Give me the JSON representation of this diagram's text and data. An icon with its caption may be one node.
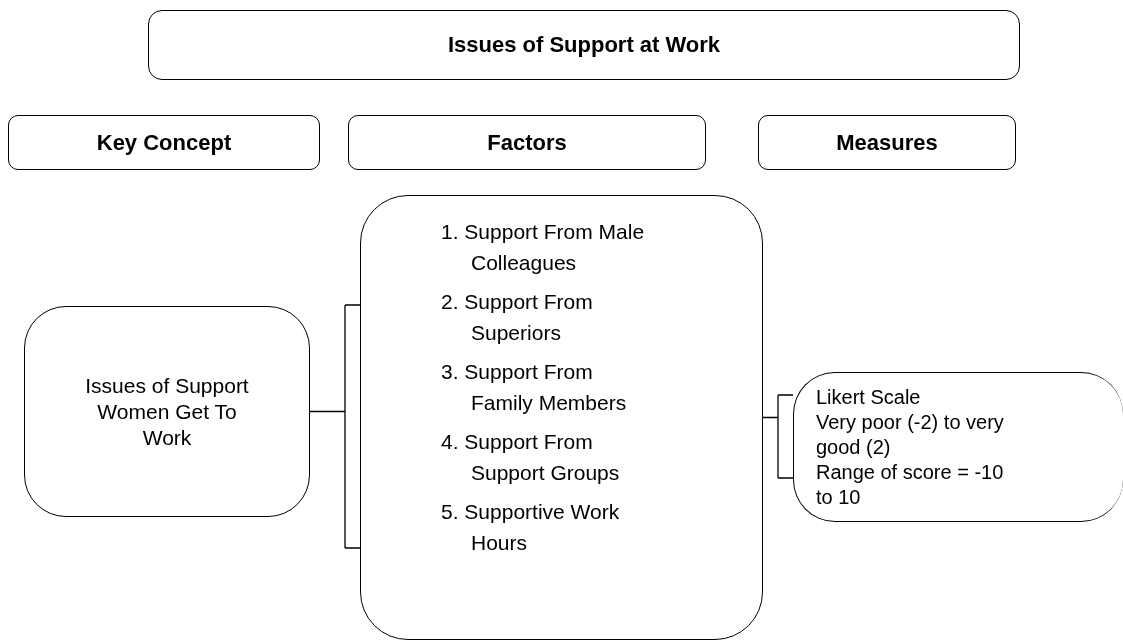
{
  "diagram": {
    "nodes": [
      {
        "text": [
          "Issues of Support at Work"
        ]
      },
      {
        "text": [
          "Key Concept"
        ]
      },
      {
        "text": [
          "Factors"
        ]
      },
      {
        "text": [
          "Measures"
        ]
      },
      {
        "text": [
          "Issues of Support Women Get To Work"
        ]
      },
      {
        "text": [
          "1. Support From Male Colleagues",
          "2. Support From Superiors",
          "3. Support From Family Members",
          "4. Support From Support Groups",
          "5. Supportive Work Hours"
        ]
      },
      {
        "text": [
          "Likert Scale",
          "Very poor (-2) to very good (2)",
          "Range of score = -10 to 10"
        ]
      }
    ],
    "edges": [
      {
        "from": 4,
        "to": 5,
        "arrow": "none"
      },
      {
        "from": 5,
        "to": 6,
        "arrow": "none"
      }
    ]
  }
}
